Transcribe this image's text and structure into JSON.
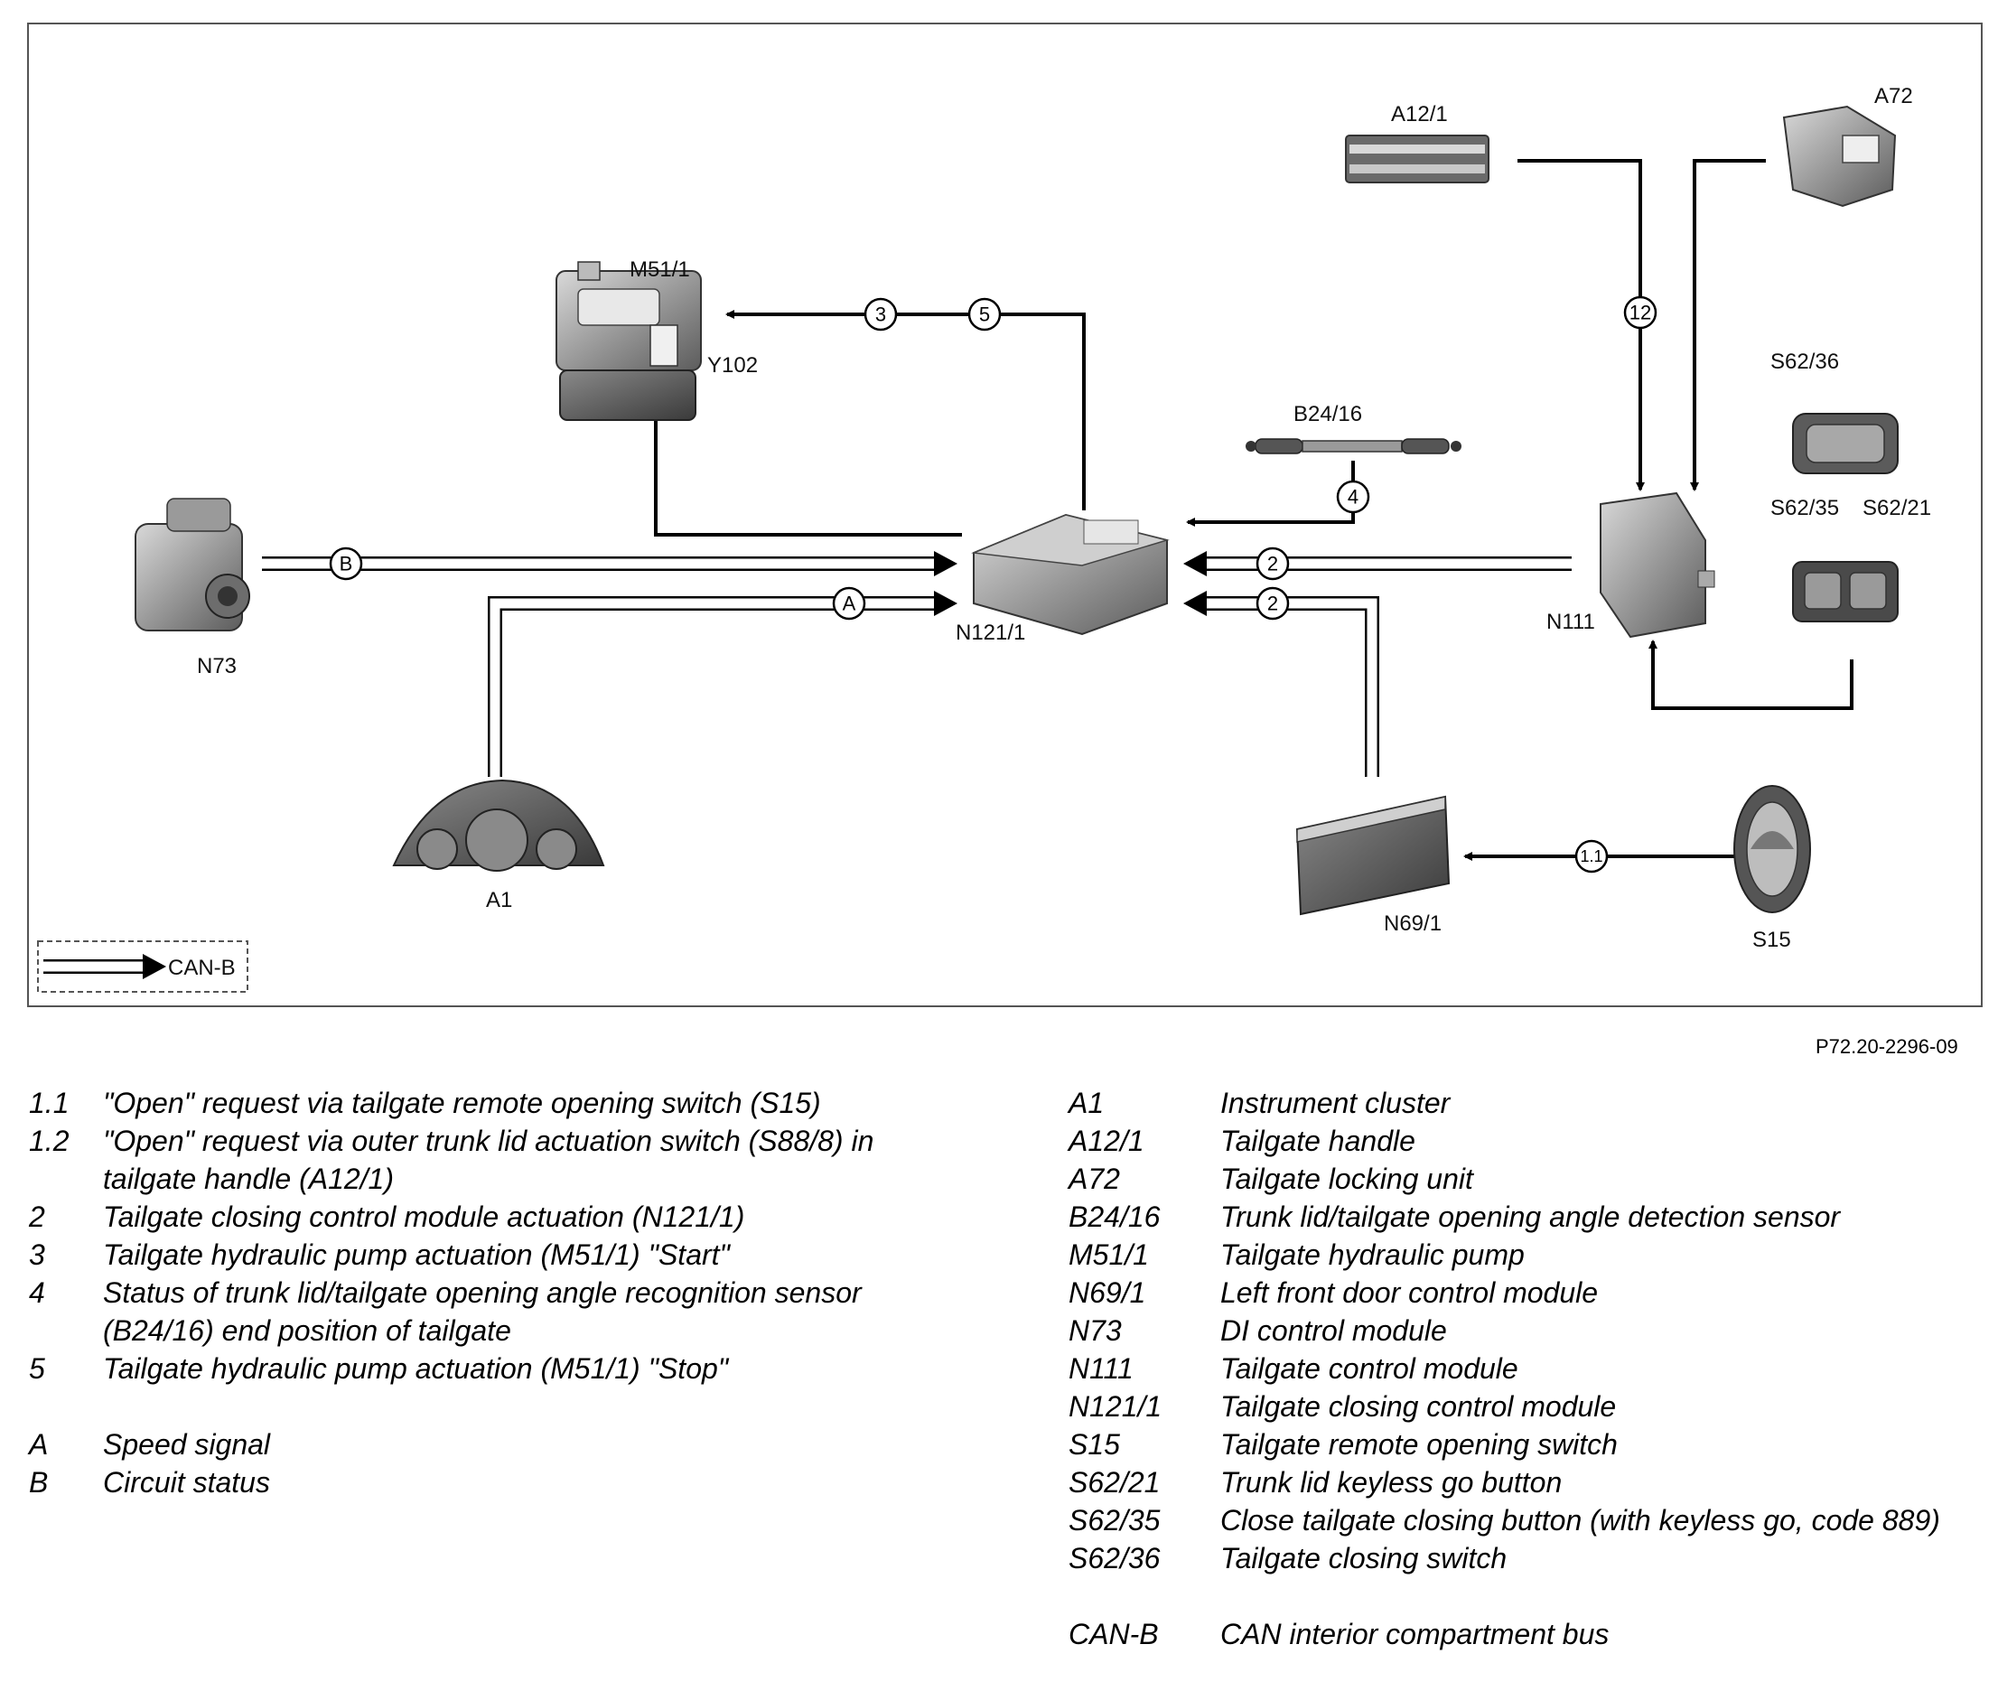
{
  "components": {
    "M51_1": "M51/1",
    "Y102": "Y102",
    "A12_1": "A12/1",
    "A72": "A72",
    "S62_36": "S62/36",
    "S62_35": "S62/35",
    "S62_21": "S62/21",
    "B24_16": "B24/16",
    "N73": "N73",
    "N121_1": "N121/1",
    "N111": "N111",
    "A1": "A1",
    "N69_1": "N69/1",
    "S15": "S15"
  },
  "signals": {
    "s3": "3",
    "s5": "5",
    "s12": "12",
    "s4": "4",
    "sB": "B",
    "sA": "A",
    "s2a": "2",
    "s2b": "2",
    "s11": "1.1"
  },
  "inset_legend": "CAN-B",
  "figure_id": "P72.20-2296-09",
  "legend_left": [
    {
      "key": "1.1",
      "text": "\"Open\" request via tailgate remote opening switch (S15)"
    },
    {
      "key": "1.2",
      "text": "\"Open\" request via outer trunk lid actuation switch (S88/8) in tailgate handle (A12/1)"
    },
    {
      "key": "2",
      "text": "Tailgate closing control module actuation (N121/1)"
    },
    {
      "key": "3",
      "text": "Tailgate hydraulic pump actuation (M51/1) \"Start\""
    },
    {
      "key": "4",
      "text": "Status of trunk lid/tailgate opening angle recognition sensor (B24/16) end position of tailgate"
    },
    {
      "key": "5",
      "text": "Tailgate hydraulic pump actuation (M51/1) \"Stop\""
    }
  ],
  "legend_left_2": [
    {
      "key": "A",
      "text": "Speed signal"
    },
    {
      "key": "B",
      "text": "Circuit status"
    }
  ],
  "legend_right": [
    {
      "key": "A1",
      "text": "Instrument cluster"
    },
    {
      "key": "A12/1",
      "text": "Tailgate handle"
    },
    {
      "key": "A72",
      "text": "Tailgate locking unit"
    },
    {
      "key": "B24/16",
      "text": "Trunk lid/tailgate opening angle detection sensor"
    },
    {
      "key": "M51/1",
      "text": "Tailgate hydraulic pump"
    },
    {
      "key": "N69/1",
      "text": "Left front door control module"
    },
    {
      "key": "N73",
      "text": "DI control module"
    },
    {
      "key": "N111",
      "text": "Tailgate control module"
    },
    {
      "key": "N121/1",
      "text": "Tailgate closing control module"
    },
    {
      "key": "S15",
      "text": "Tailgate remote opening switch"
    },
    {
      "key": "S62/21",
      "text": "Trunk lid keyless go button"
    },
    {
      "key": "S62/35",
      "text": "Close tailgate closing button (with keyless go, code 889)"
    },
    {
      "key": "S62/36",
      "text": "Tailgate closing switch"
    }
  ],
  "legend_right_2": [
    {
      "key": "CAN-B",
      "text": "CAN interior compartment bus"
    }
  ]
}
